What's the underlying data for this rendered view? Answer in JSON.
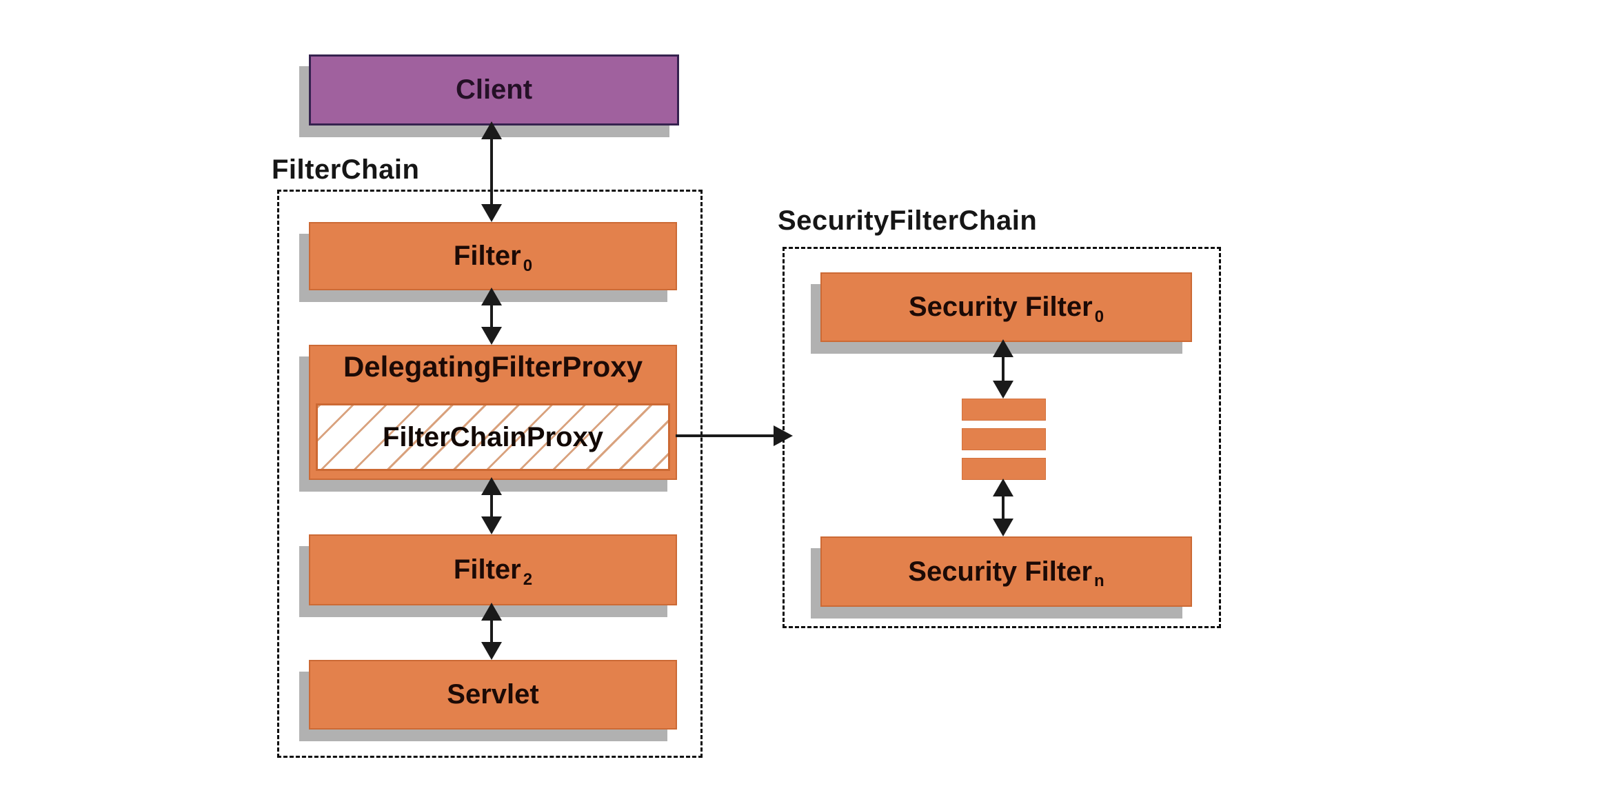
{
  "diagram": {
    "client": {
      "label": "Client"
    },
    "filter_chain": {
      "title": "FilterChain",
      "filter0": {
        "label": "Filter",
        "sub": "0"
      },
      "delegating_filter_proxy": {
        "label": "DelegatingFilterProxy"
      },
      "filter_chain_proxy": {
        "label": "FilterChainProxy"
      },
      "filter2": {
        "label": "Filter",
        "sub": "2"
      },
      "servlet": {
        "label": "Servlet"
      }
    },
    "security_filter_chain": {
      "title": "SecurityFilterChain",
      "security_filter0": {
        "label": "Security Filter",
        "sub": "0"
      },
      "security_filtern": {
        "label": "Security Filter",
        "sub": "n"
      }
    },
    "colors": {
      "box_orange": "#E3814C",
      "box_purple": "#A0619E",
      "purple_border": "#35224F",
      "hatch_line": "#D9A27E",
      "shadow_gray": "#B1B1B1",
      "arrow_black": "#1A1A1A",
      "dashed_border": "#0C0C0C"
    }
  }
}
